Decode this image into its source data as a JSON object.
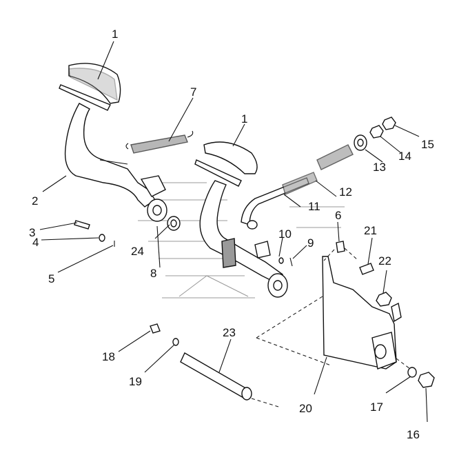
{
  "labels": {
    "l1a": "1",
    "l1b": "1",
    "l2": "2",
    "l3": "3",
    "l4": "4",
    "l5": "5",
    "l6": "6",
    "l7": "7",
    "l8": "8",
    "l9": "9",
    "l10": "10",
    "l11": "11",
    "l12": "12",
    "l13": "13",
    "l14": "14",
    "l15": "15",
    "l16": "16",
    "l17": "17",
    "l18": "18",
    "l19": "19",
    "l20": "20",
    "l21": "21",
    "l22": "22",
    "l23": "23",
    "l24": "24"
  }
}
